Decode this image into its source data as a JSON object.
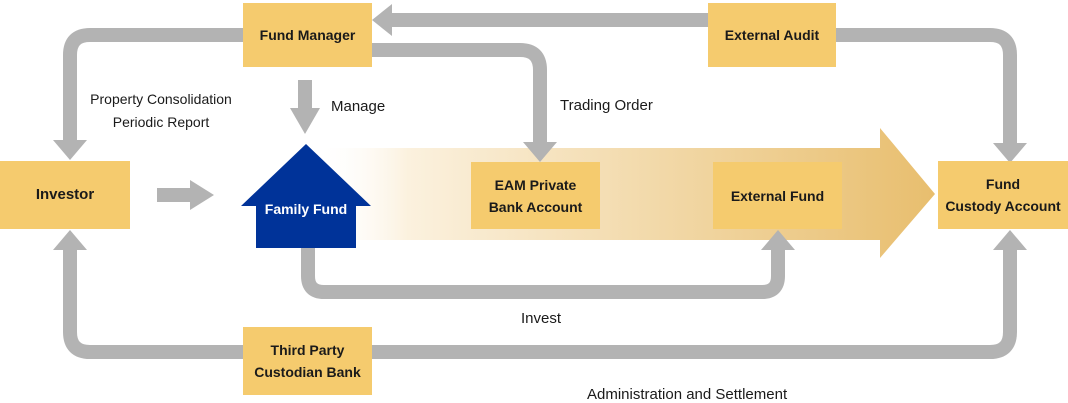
{
  "nodes": {
    "fund_manager": "Fund Manager",
    "external_audit": "External Audit",
    "investor": "Investor",
    "family_fund": "Family Fund",
    "eam_line1": "EAM Private",
    "eam_line2": "Bank Account",
    "external_fund": "External Fund",
    "custody_line1": "Fund",
    "custody_line2": "Custody Account",
    "tpcb_line1": "Third Party",
    "tpcb_line2": "Custodian Bank"
  },
  "labels": {
    "property_line1": "Property Consolidation",
    "property_line2": "Periodic Report",
    "manage": "Manage",
    "trading_order": "Trading Order",
    "invest": "Invest",
    "admin": "Administration and Settlement"
  },
  "colors": {
    "box": "#F5CB6E",
    "arrow": "#B3B3B3",
    "house": "#003399",
    "flow_gradient_end": "#E8BE6E"
  }
}
